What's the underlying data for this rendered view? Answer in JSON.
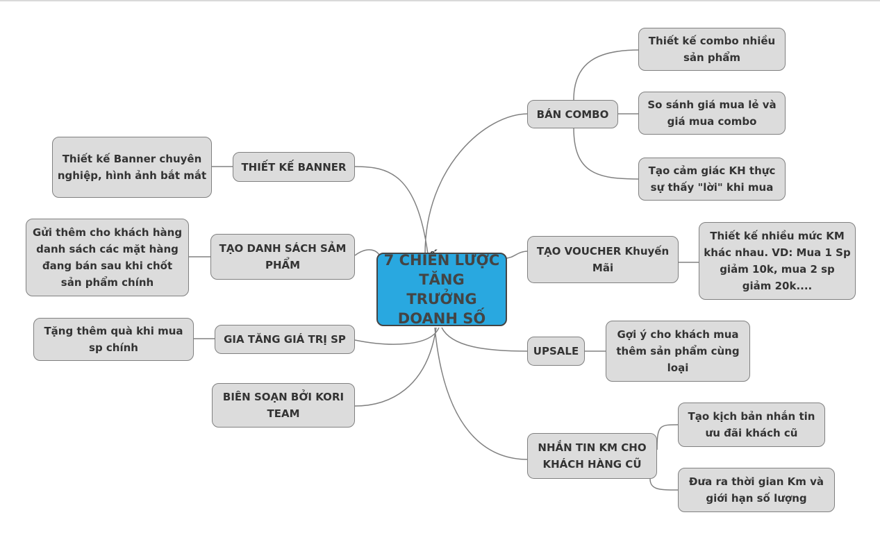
{
  "central": "7 CHIẾN LƯỢC TĂNG TRƯỞNG DOANH SỐ",
  "colors": {
    "central_fill": "#29a8e0",
    "node_fill": "#dcdcdc",
    "node_border": "#7f7f7f",
    "line": "#808080"
  },
  "left_branches": [
    {
      "label": "THIẾT KẾ BANNER",
      "details": [
        "Thiết kế Banner chuyên nghiệp, hình ảnh bắt mắt"
      ]
    },
    {
      "label": "TẠO DANH SÁCH SẢM PHẨM",
      "details": [
        "Gửi thêm cho khách hàng danh sách các mặt hàng đang bán sau khi chốt sản phẩm chính"
      ]
    },
    {
      "label": "GIA TĂNG GIÁ TRỊ SP",
      "details": [
        "Tặng thêm quà khi mua sp chính"
      ]
    },
    {
      "label": "BIÊN SOẠN BỞI KORI TEAM",
      "details": []
    }
  ],
  "right_branches": [
    {
      "label": "BÁN COMBO",
      "details": [
        "Thiết kế combo nhiều sản phẩm",
        "So sánh giá mua lẻ và giá mua combo",
        "Tạo cảm giác KH thực sự thấy \"lời\" khi mua"
      ]
    },
    {
      "label": "TẠO VOUCHER Khuyến Mãi",
      "details": [
        "Thiết kế nhiều mức KM khác nhau. VD: Mua 1 Sp giảm 10k, mua 2 sp giảm 20k...."
      ]
    },
    {
      "label": "UPSALE",
      "details": [
        "Gợi ý cho khách mua thêm sản phẩm cùng loại"
      ]
    },
    {
      "label": "NHẮN TIN KM CHO KHÁCH HÀNG CŨ",
      "details": [
        "Tạo kịch bản nhắn tin ưu đãi khách cũ",
        "Đưa ra thời gian Km và giới hạn số lượng"
      ]
    }
  ]
}
